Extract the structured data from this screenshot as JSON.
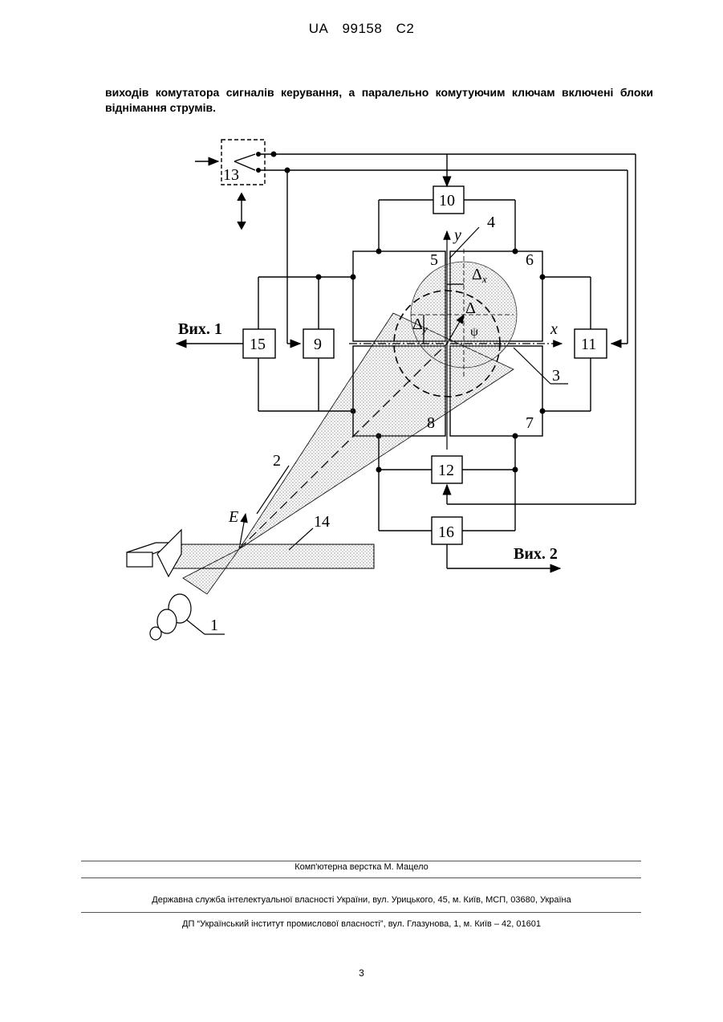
{
  "header": {
    "country": "UA",
    "number": "99158",
    "kind": "C2"
  },
  "body_text": "виходів комутатора сигналів керування, а паралельно комутуючим ключам включені блоки віднімання струмів.",
  "figure": {
    "block_labels": [
      "10",
      "11",
      "12",
      "15",
      "9",
      "16",
      "13"
    ],
    "ref_labels": [
      "1",
      "2",
      "3",
      "4",
      "5",
      "6",
      "7",
      "8",
      "14"
    ],
    "axis_x": "x",
    "axis_y": "y",
    "symbol_E": "E",
    "delta": "Δ",
    "delta_x": "Δ",
    "delta_x_sub": "x",
    "delta_y": "Δ",
    "delta_y_sub": "y",
    "psi": "ψ",
    "out1": "Вих. 1",
    "out2": "Вих. 2"
  },
  "footer": {
    "layout": "Комп'ютерна верстка М. Мацело",
    "org": "Державна служба інтелектуальної власності України, вул. Урицького, 45, м. Київ, МСП, 03680, Україна",
    "inst": "ДП “Український інститут промислової власності”, вул. Глазунова, 1, м. Київ – 42, 01601"
  },
  "page_number": "3"
}
